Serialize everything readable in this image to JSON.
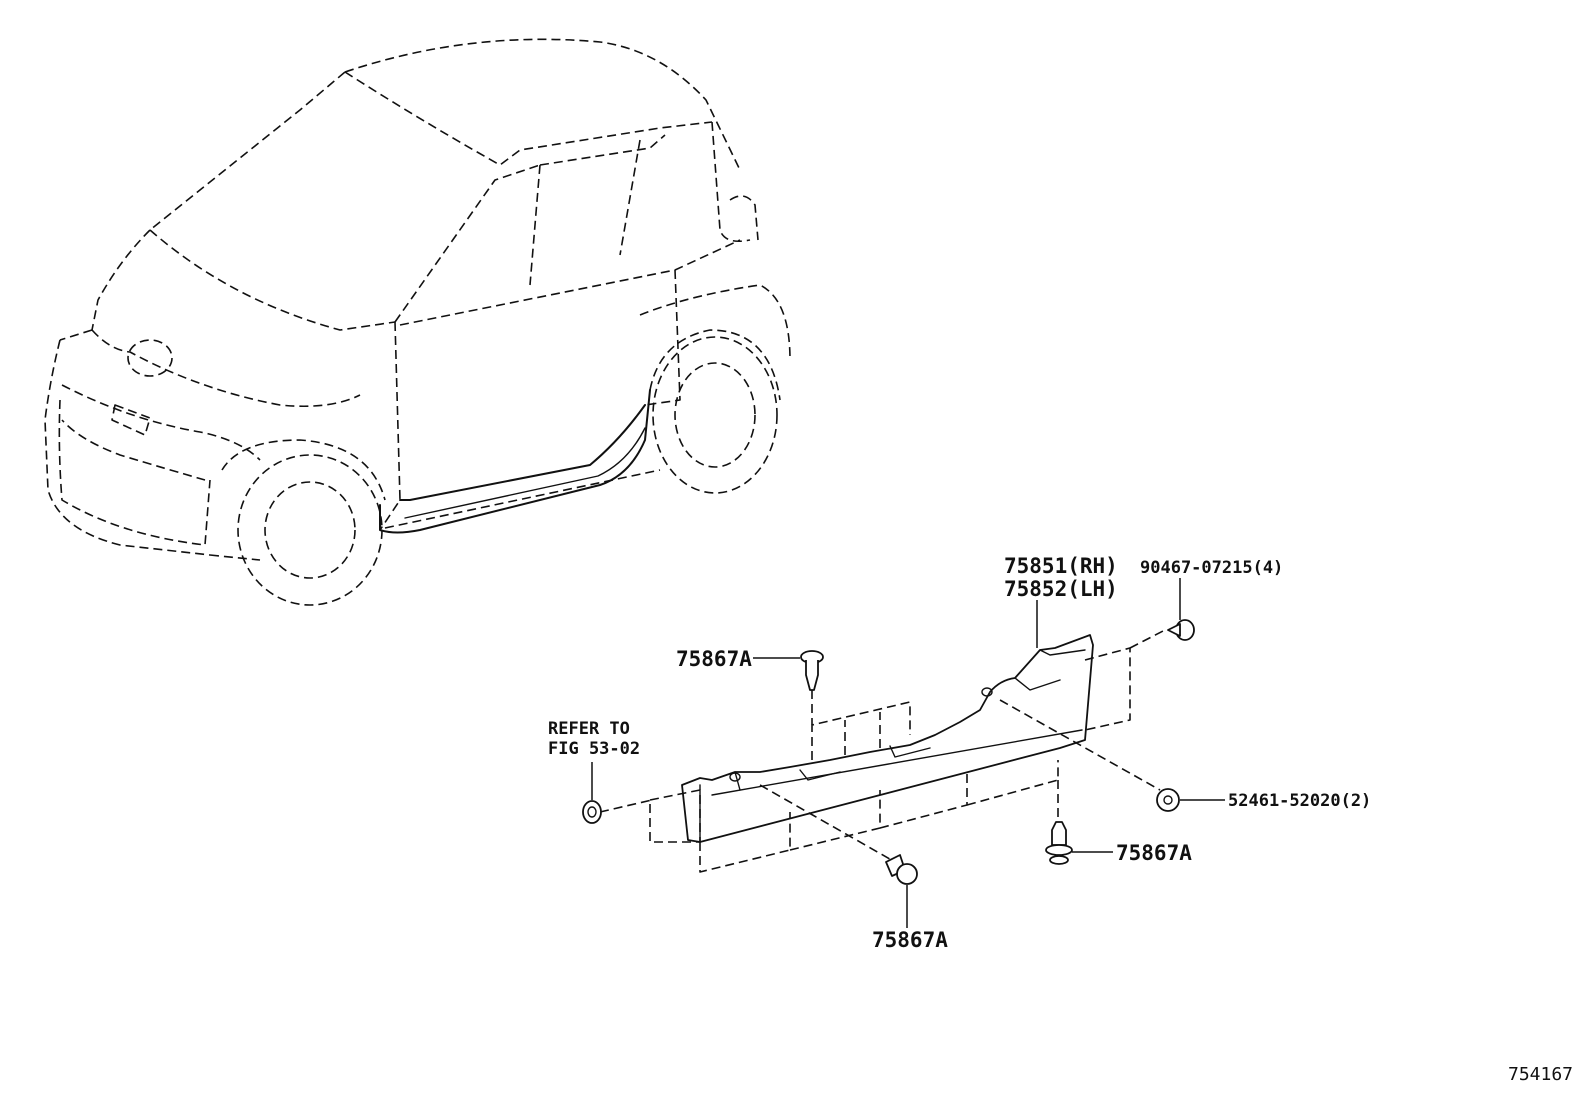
{
  "labels": {
    "side_sill_rh": "75851(RH)",
    "side_sill_lh": "75852(LH)",
    "screw": "90467-07215(4)",
    "clip_top": "75867A",
    "refer_line1": "REFER TO",
    "refer_line2": "FIG 53-02",
    "screw_lower": "52461-52020(2)",
    "clip_right": "75867A",
    "clip_bottom": "75867A"
  },
  "figure_id": "754167"
}
